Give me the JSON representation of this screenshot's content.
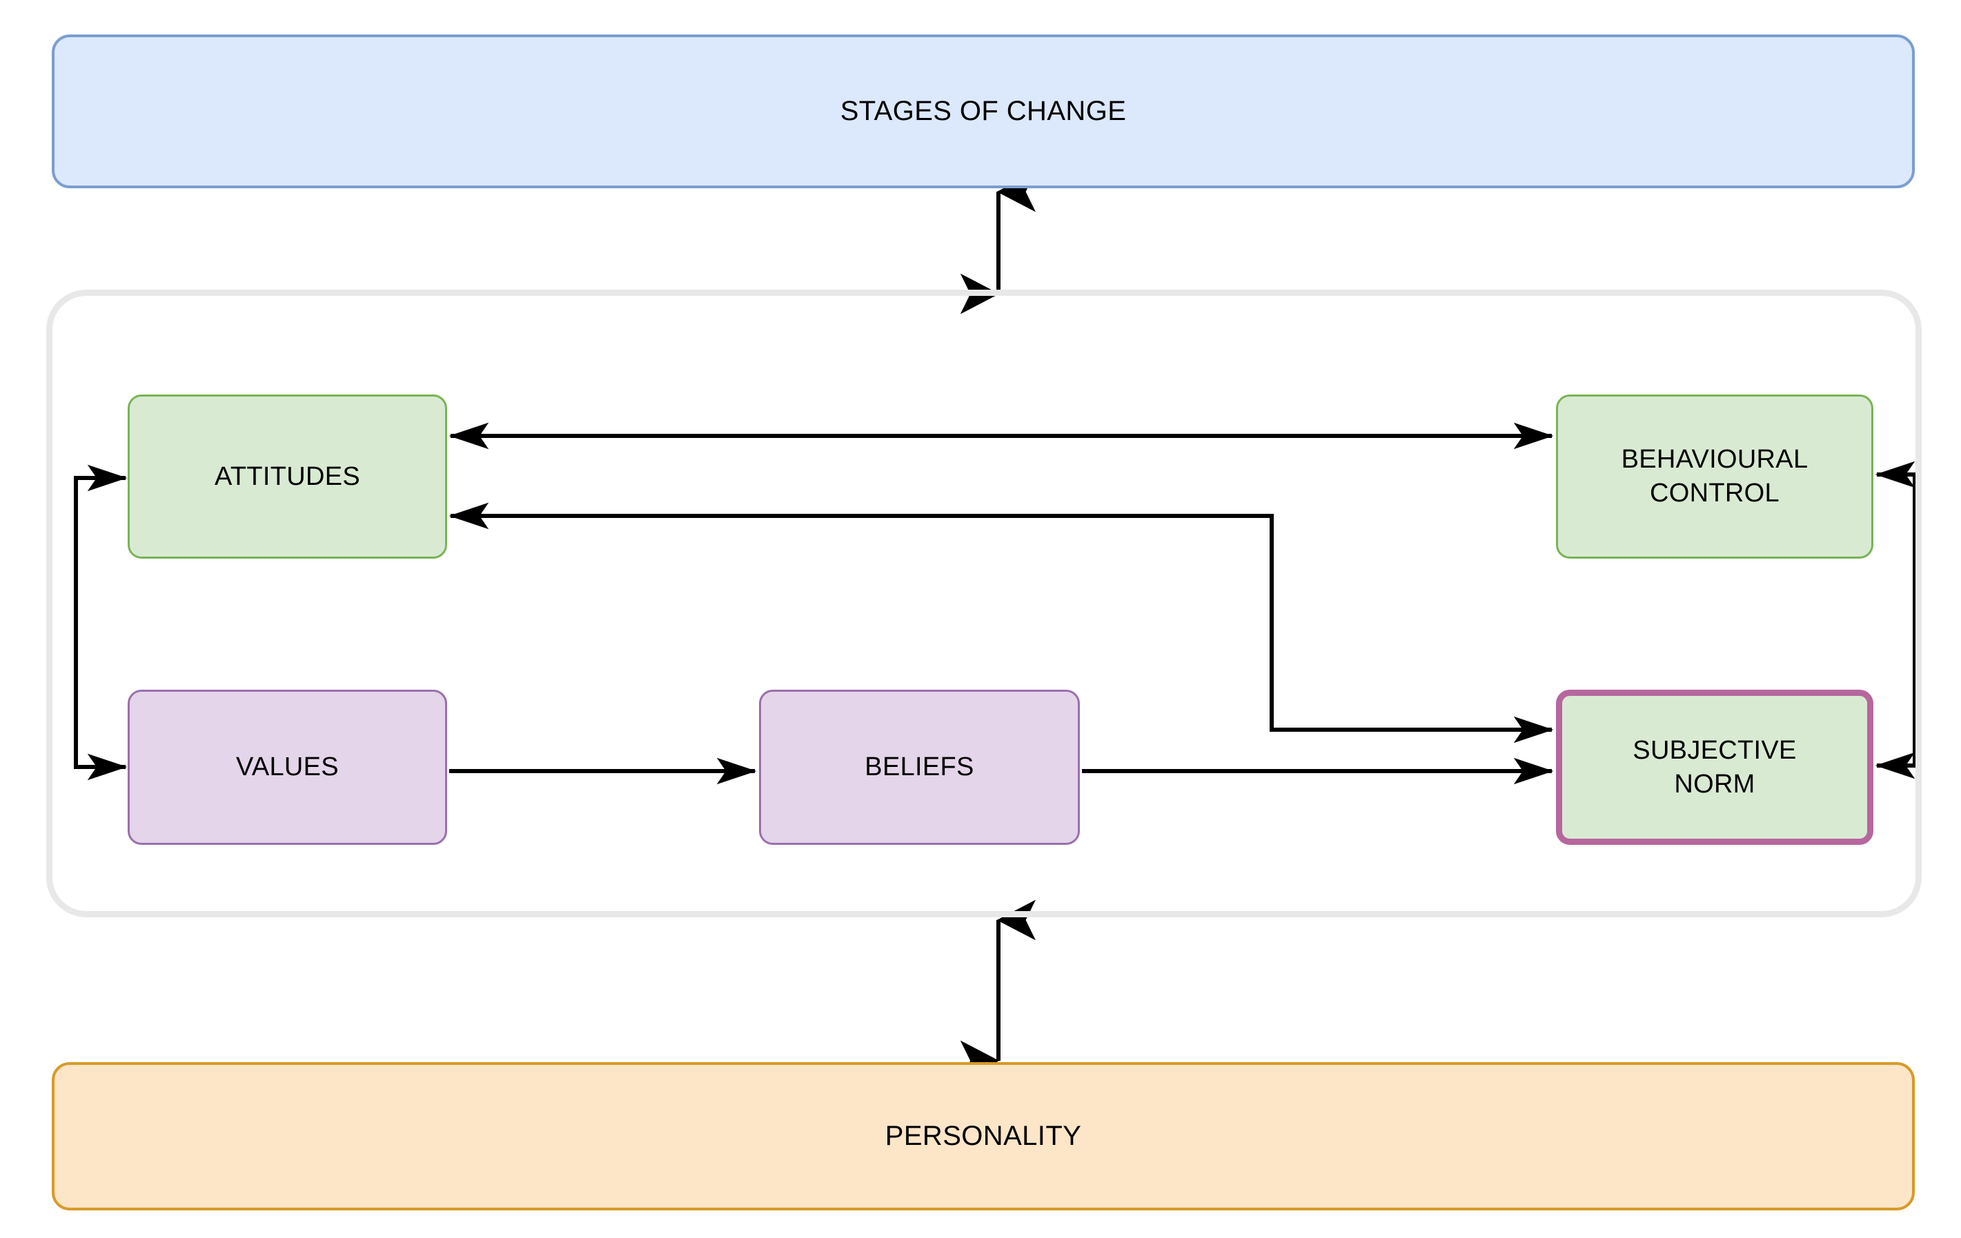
{
  "diagram": {
    "title": "Stages of change / behaviour framework",
    "background": "#ffffff"
  },
  "banners": {
    "top": {
      "label": "STAGES OF CHANGE",
      "fill": "#dce8fb",
      "stroke": "#7b9ed0"
    },
    "bottom": {
      "label": "PERSONALITY",
      "fill": "#fde5c8",
      "stroke": "#d79b28"
    }
  },
  "group": {
    "name": "core-constructs-group",
    "stroke": "#e8e8e8"
  },
  "nodes": [
    {
      "id": "attitudes",
      "label": "ATTITUDES",
      "fill": "#d9ead3",
      "stroke": "#7ab356",
      "highlighted": false
    },
    {
      "id": "behavioural-control",
      "label": "BEHAVIOURAL\nCONTROL",
      "fill": "#d9ead3",
      "stroke": "#7ab356",
      "highlighted": false
    },
    {
      "id": "values",
      "label": "VALUES",
      "fill": "#e4d5ea",
      "stroke": "#9b6fae",
      "highlighted": false
    },
    {
      "id": "beliefs",
      "label": "BELIEFS",
      "fill": "#e4d5ea",
      "stroke": "#9b6fae",
      "highlighted": false
    },
    {
      "id": "subjective-norm",
      "label": "SUBJECTIVE\nNORM",
      "fill": "#d9ead3",
      "stroke": "#b5679e",
      "highlighted": true
    }
  ],
  "edges": [
    {
      "id": "stages-to-group",
      "from": "STAGES OF CHANGE",
      "to": "core group",
      "direction": "both"
    },
    {
      "id": "group-to-personality",
      "from": "core group",
      "to": "PERSONALITY",
      "direction": "both"
    },
    {
      "id": "attitudes-behavioural",
      "from": "ATTITUDES",
      "to": "BEHAVIOURAL CONTROL",
      "direction": "both"
    },
    {
      "id": "attitudes-subjective-norm",
      "from": "ATTITUDES",
      "to": "SUBJECTIVE NORM",
      "direction": "both"
    },
    {
      "id": "values-to-beliefs",
      "from": "VALUES",
      "to": "BELIEFS",
      "direction": "forward"
    },
    {
      "id": "beliefs-to-subjective-norm",
      "from": "BELIEFS",
      "to": "SUBJECTIVE NORM",
      "direction": "forward"
    },
    {
      "id": "loop-left-to-attitudes",
      "from": "feedback loop",
      "to": "ATTITUDES",
      "direction": "forward"
    },
    {
      "id": "loop-left-to-values",
      "from": "feedback loop",
      "to": "VALUES",
      "direction": "forward"
    },
    {
      "id": "loop-right-to-behavioural",
      "from": "feedback loop",
      "to": "BEHAVIOURAL CONTROL",
      "direction": "forward"
    },
    {
      "id": "loop-right-to-subjective",
      "from": "feedback loop",
      "to": "SUBJECTIVE NORM",
      "direction": "forward"
    }
  ],
  "edge_color": "#000000"
}
